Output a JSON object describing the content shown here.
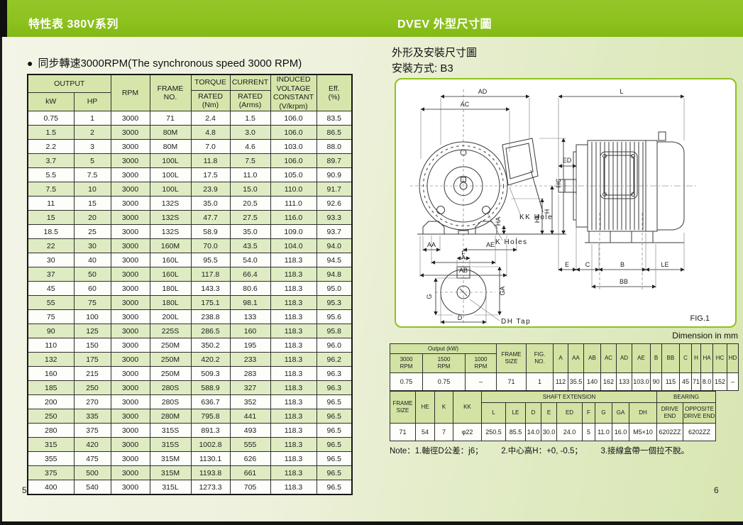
{
  "header": {
    "left_title": "特性表 380V系列",
    "right_title": "DVEV  外型尺寸圖"
  },
  "footer": {
    "page_left": "5",
    "page_right": "6"
  },
  "left": {
    "bullet": "●",
    "section_title": "同步轉速3000RPM(The synchronous speed 3000 RPM)",
    "spec_table": {
      "col_output": "OUTPUT",
      "col_kw": "kW",
      "col_hp": "HP",
      "col_rpm": "RPM",
      "col_frame": "FRAME\nNO.",
      "col_torque": "TORQUE",
      "col_current": "CURRENT",
      "col_torque_rated": "RATED\n(Nm)",
      "col_current_rated": "RATED\n(Arms)",
      "col_voltage": "INDUCED\nVOLTAGE\nCONSTANT\n(V/krpm)",
      "col_eff": "Eff.\n(%)",
      "rows": [
        [
          "0.75",
          "1",
          "3000",
          "71",
          "2.4",
          "1.5",
          "106.0",
          "83.5"
        ],
        [
          "1.5",
          "2",
          "3000",
          "80M",
          "4.8",
          "3.0",
          "106.0",
          "86.5"
        ],
        [
          "2.2",
          "3",
          "3000",
          "80M",
          "7.0",
          "4.6",
          "103.0",
          "88.0"
        ],
        [
          "3.7",
          "5",
          "3000",
          "100L",
          "11.8",
          "7.5",
          "106.0",
          "89.7"
        ],
        [
          "5.5",
          "7.5",
          "3000",
          "100L",
          "17.5",
          "11.0",
          "105.0",
          "90.9"
        ],
        [
          "7.5",
          "10",
          "3000",
          "100L",
          "23.9",
          "15.0",
          "110.0",
          "91.7"
        ],
        [
          "11",
          "15",
          "3000",
          "132S",
          "35.0",
          "20.5",
          "111.0",
          "92.6"
        ],
        [
          "15",
          "20",
          "3000",
          "132S",
          "47.7",
          "27.5",
          "116.0",
          "93.3"
        ],
        [
          "18.5",
          "25",
          "3000",
          "132S",
          "58.9",
          "35.0",
          "109.0",
          "93.7"
        ],
        [
          "22",
          "30",
          "3000",
          "160M",
          "70.0",
          "43.5",
          "104.0",
          "94.0"
        ],
        [
          "30",
          "40",
          "3000",
          "160L",
          "95.5",
          "54.0",
          "118.3",
          "94.5"
        ],
        [
          "37",
          "50",
          "3000",
          "160L",
          "117.8",
          "66.4",
          "118.3",
          "94.8"
        ],
        [
          "45",
          "60",
          "3000",
          "180L",
          "143.3",
          "80.6",
          "118.3",
          "95.0"
        ],
        [
          "55",
          "75",
          "3000",
          "180L",
          "175.1",
          "98.1",
          "118.3",
          "95.3"
        ],
        [
          "75",
          "100",
          "3000",
          "200L",
          "238.8",
          "133",
          "118.3",
          "95.6"
        ],
        [
          "90",
          "125",
          "3000",
          "225S",
          "286.5",
          "160",
          "118.3",
          "95.8"
        ],
        [
          "110",
          "150",
          "3000",
          "250M",
          "350.2",
          "195",
          "118.3",
          "96.0"
        ],
        [
          "132",
          "175",
          "3000",
          "250M",
          "420.2",
          "233",
          "118.3",
          "96.2"
        ],
        [
          "160",
          "215",
          "3000",
          "250M",
          "509.3",
          "283",
          "118.3",
          "96.3"
        ],
        [
          "185",
          "250",
          "3000",
          "280S",
          "588.9",
          "327",
          "118.3",
          "96.3"
        ],
        [
          "200",
          "270",
          "3000",
          "280S",
          "636.7",
          "352",
          "118.3",
          "96.5"
        ],
        [
          "250",
          "335",
          "3000",
          "280M",
          "795.8",
          "441",
          "118.3",
          "96.5"
        ],
        [
          "280",
          "375",
          "3000",
          "315S",
          "891.3",
          "493",
          "118.3",
          "96.5"
        ],
        [
          "315",
          "420",
          "3000",
          "315S",
          "1002.8",
          "555",
          "118.3",
          "96.5"
        ],
        [
          "355",
          "475",
          "3000",
          "315M",
          "1130.1",
          "626",
          "118.3",
          "96.5"
        ],
        [
          "375",
          "500",
          "3000",
          "315M",
          "1193.8",
          "661",
          "118.3",
          "96.5"
        ],
        [
          "400",
          "540",
          "3000",
          "315L",
          "1273.3",
          "705",
          "118.3",
          "96.5"
        ]
      ]
    }
  },
  "right": {
    "heading_line1": "外形及安裝尺寸圖",
    "heading_line2": "安裝方式: B3",
    "figure": {
      "fig_label": "FIG.1",
      "labels": {
        "ad": "AD",
        "ac": "AC",
        "l": "L",
        "ed": "ED",
        "hc": "HC",
        "h": "H",
        "he": "HE",
        "ha": "HA",
        "aa": "AA",
        "ae": "AE",
        "a": "A",
        "ab": "AB",
        "kk_hole": "KK Hole",
        "k_holes": "K Holes",
        "e": "E",
        "c": "C",
        "b": "B",
        "le": "LE",
        "bb": "BB",
        "f": "F",
        "g": "G",
        "ga": "GA",
        "d": "D",
        "dh_tap": "DH Tap"
      }
    },
    "dimension_unit": "Dimension in mm",
    "dim_table": {
      "group_output": "Output (kW)",
      "col_3000": "3000\nRPM",
      "col_1500": "1500\nRPM",
      "col_1000": "1000\nRPM",
      "col_frame": "FRAME\nSIZE",
      "col_fig": "FIG.\nNO.",
      "dims": [
        "A",
        "AA",
        "AB",
        "AC",
        "AD",
        "AE",
        "B",
        "BB",
        "C",
        "H",
        "HA",
        "HC",
        "HD"
      ],
      "rows": [
        [
          "0.75",
          "0.75",
          "–",
          "71",
          "1",
          "112",
          "35.5",
          "140",
          "162",
          "133",
          "103.0",
          "90",
          "115",
          "45",
          "71",
          "8.0",
          "152",
          "–"
        ]
      ]
    },
    "shaft_table": {
      "col_frame": "FRAME\nSIZE",
      "col_he": "HE",
      "col_k": "K",
      "col_kk": "KK",
      "group_shaft": "SHAFT  EXTENSION",
      "shaft_cols": [
        "L",
        "LE",
        "D",
        "E",
        "ED",
        "F",
        "G",
        "GA",
        "DH"
      ],
      "group_bearing": "BEARING",
      "bearing_cols": [
        "DRIVE\nEND",
        "OPPOSITE\nDRIVE END"
      ],
      "rows": [
        [
          "71",
          "54",
          "7",
          "φ22",
          "250.5",
          "85.5",
          "14.0",
          "30.0",
          "24.0",
          "5",
          "11.0",
          "16.0",
          "M5×10",
          "6202ZZ",
          "6202ZZ"
        ]
      ]
    },
    "note": "Note：1.軸徑D公差：j6；        2.中心高H：+0, -0.5；        3.接線盒帶一個拉不脫。"
  },
  "colors": {
    "accent_green": "#8dc21f",
    "table_header_green": "#d6e6ab",
    "row_shade_green": "#dfecc3"
  }
}
